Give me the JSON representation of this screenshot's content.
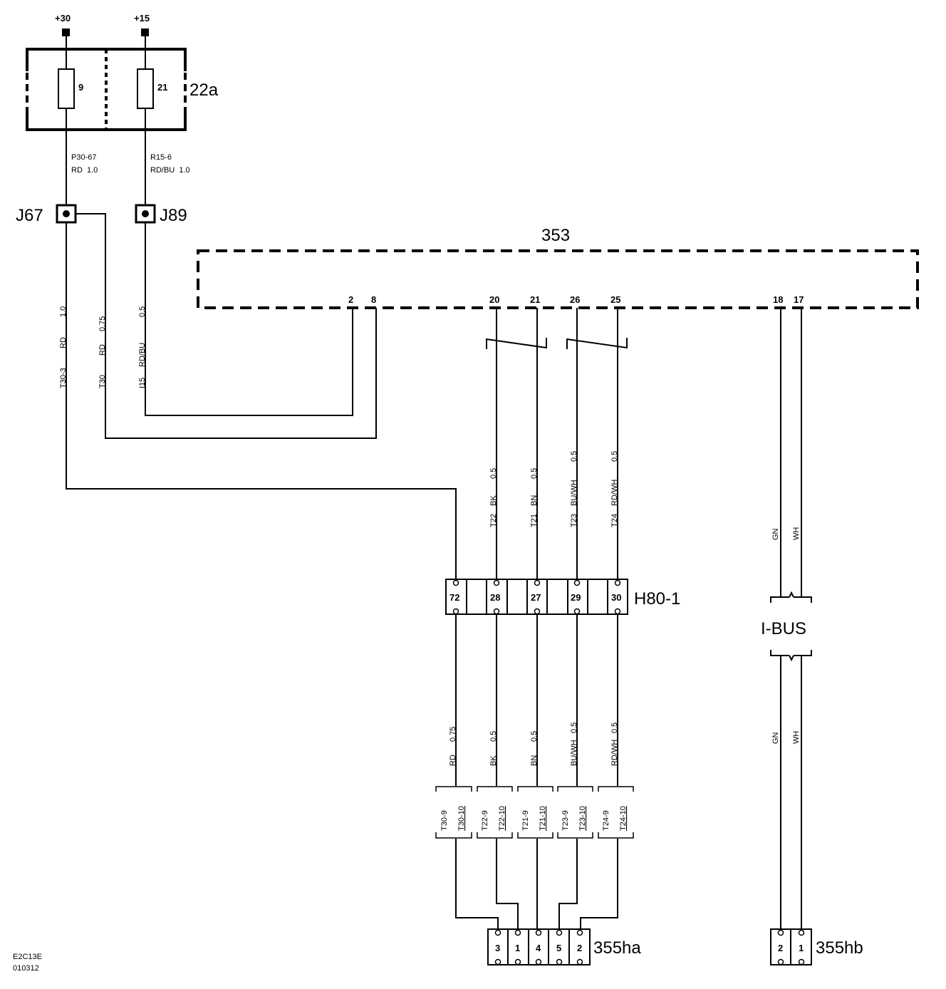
{
  "supplies": {
    "plus30": "+30",
    "plus15": "+15"
  },
  "fusebox": {
    "name": "22a",
    "fuse_a": "9",
    "fuse_b": "21"
  },
  "wires_top": {
    "a_id": "P30-67",
    "a_spec": "RD  1.0",
    "b_id": "R15-6",
    "b_spec": "RD/BU  1.0"
  },
  "junctions": {
    "j67": "J67",
    "j89": "J89"
  },
  "module": {
    "name": "353",
    "pins": [
      "2",
      "8",
      "20",
      "21",
      "26",
      "25",
      "18",
      "17"
    ]
  },
  "vert_wires": [
    {
      "id": "T30-3",
      "color": "RD",
      "size": "1.0"
    },
    {
      "id": "T30",
      "color": "RD",
      "size": "0.75"
    },
    {
      "id": "I15",
      "color": "RD/BU",
      "size": "0.5"
    },
    {
      "id": "T22",
      "color": "BK",
      "size": "0.5"
    },
    {
      "id": "T21",
      "color": "BN",
      "size": "0.5"
    },
    {
      "id": "T23",
      "color": "BU/WH",
      "size": "0.5"
    },
    {
      "id": "T24",
      "color": "RD/WH",
      "size": "0.5"
    },
    {
      "color": "GN"
    },
    {
      "color": "WH"
    }
  ],
  "connector_h80": {
    "name": "H80-1",
    "pins": [
      "72",
      "28",
      "27",
      "29",
      "30"
    ]
  },
  "ibus": {
    "label": "I-BUS"
  },
  "lower_wires": [
    {
      "color": "RD",
      "size": "0.75"
    },
    {
      "color": "BK",
      "size": "0.5"
    },
    {
      "color": "BN",
      "size": "0.5"
    },
    {
      "color": "BU/WH",
      "size": "0.5"
    },
    {
      "color": "RD/WH",
      "size": "0.5"
    },
    {
      "color": "GN"
    },
    {
      "color": "WH"
    }
  ],
  "twisted_pairs": [
    {
      "a": "T30-9",
      "b": "T30-10"
    },
    {
      "a": "T22-9",
      "b": "T22-10"
    },
    {
      "a": "T21-9",
      "b": "T21-10"
    },
    {
      "a": "T23-9",
      "b": "T23-10"
    },
    {
      "a": "T24-9",
      "b": "T24-10"
    }
  ],
  "connector_355ha": {
    "name": "355ha",
    "pins": [
      "3",
      "1",
      "4",
      "5",
      "2"
    ]
  },
  "connector_355hb": {
    "name": "355hb",
    "pins": [
      "2",
      "1"
    ]
  },
  "footer": {
    "code1": "E2C13E",
    "code2": "010312"
  }
}
